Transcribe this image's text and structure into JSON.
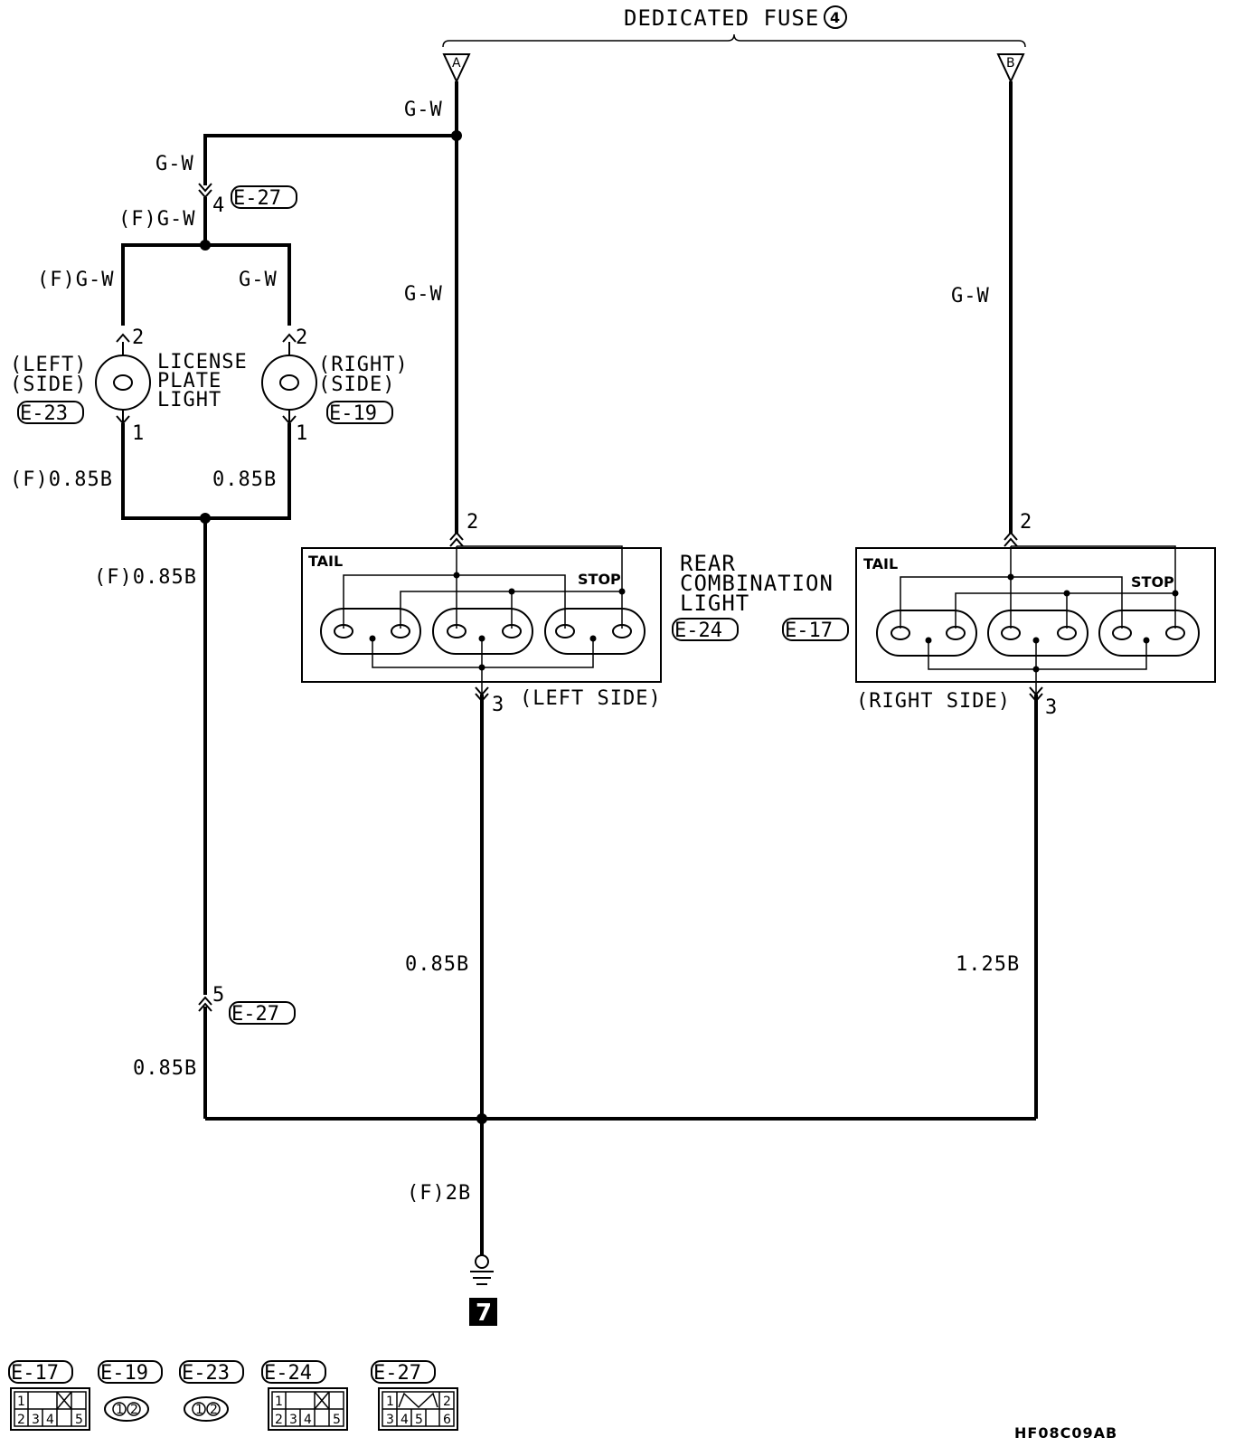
{
  "title": "DEDICATED FUSE",
  "fuse_number": "4",
  "fuse_terminals": {
    "a": "A",
    "b": "B"
  },
  "wire_labels": {
    "gw_main": "G-W",
    "gw_branch": "G-W",
    "gw_mid": "G-W",
    "gw_right": "G-W",
    "f_gw_junction": "(F)G-W",
    "f_gw_left": "(F)G-W",
    "gw_right_lamp": "G-W",
    "f_085b_left": "(F)0.85B",
    "b085_right_lamp": "0.85B",
    "f_085b_down": "(F)0.85B",
    "b085_center": "0.85B",
    "b125_right": "1.25B",
    "b085_lower_left": "0.85B",
    "f_2b": "(F)2B"
  },
  "connectors": {
    "e27_top": "E-27",
    "e27_bottom": "E-27",
    "e23": "E-23",
    "e19": "E-19",
    "e24": "E-24",
    "e17": "E-17"
  },
  "pins": {
    "e27_top_pin": "4",
    "e27_bottom_pin": "5",
    "lp_left_top": "2",
    "lp_left_bottom": "1",
    "lp_right_top": "2",
    "lp_right_bottom": "1",
    "rcl_left_top": "2",
    "rcl_left_bottom": "3",
    "rcl_right_top": "2",
    "rcl_right_bottom": "3"
  },
  "license_plate_light": {
    "name_line1": "LICENSE",
    "name_line2": "PLATE",
    "name_line3": "LIGHT",
    "left_line1": "(LEFT)",
    "left_line2": "(SIDE)",
    "right_line1": "(RIGHT)",
    "right_line2": "(SIDE)"
  },
  "rear_combination_light": {
    "name_line1": "REAR",
    "name_line2": "COMBINATION",
    "name_line3": "LIGHT",
    "tail_label": "TAIL",
    "stop_label": "STOP",
    "left_side": "(LEFT SIDE)",
    "right_side": "(RIGHT SIDE)"
  },
  "ground": {
    "number": "7"
  },
  "connector_legend": [
    {
      "name": "E-17",
      "pins": [
        "1",
        "2",
        "3",
        "4",
        "5"
      ]
    },
    {
      "name": "E-19",
      "pins": [
        "1",
        "2"
      ]
    },
    {
      "name": "E-23",
      "pins": [
        "1",
        "2"
      ]
    },
    {
      "name": "E-24",
      "pins": [
        "1",
        "2",
        "3",
        "4",
        "5"
      ]
    },
    {
      "name": "E-27",
      "pins": [
        "1",
        "2",
        "3",
        "4",
        "5",
        "6"
      ]
    }
  ],
  "diagram_id": "HF08C09AB"
}
